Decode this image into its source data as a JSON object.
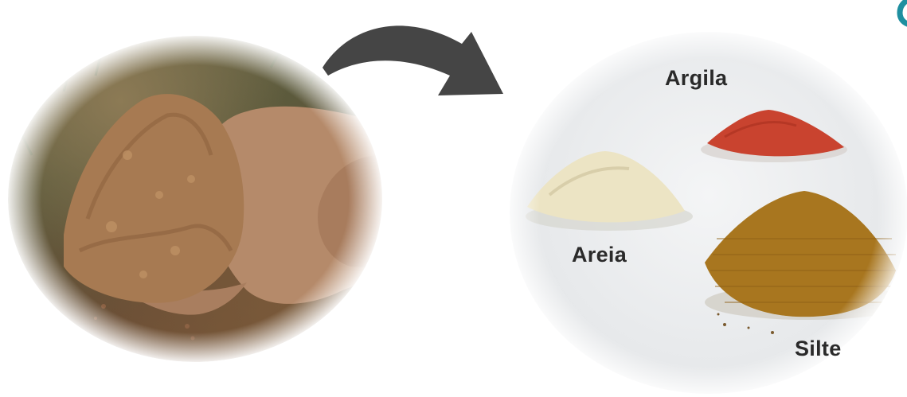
{
  "scene": {
    "left_image": {
      "subject": "hand-holding-soil"
    },
    "right_image": {
      "subject": "soil-component-piles",
      "labels": {
        "argila": "Argila",
        "areia": "Areia",
        "silte": "Silte"
      }
    },
    "arrow": {
      "direction": "left-to-right",
      "color": "#454545"
    },
    "colors": {
      "argila_pile": "#c9432f",
      "areia_pile": "#ece4c4",
      "silte_pile": "#a8761f",
      "corner_mark": "#1e8fa0"
    }
  }
}
